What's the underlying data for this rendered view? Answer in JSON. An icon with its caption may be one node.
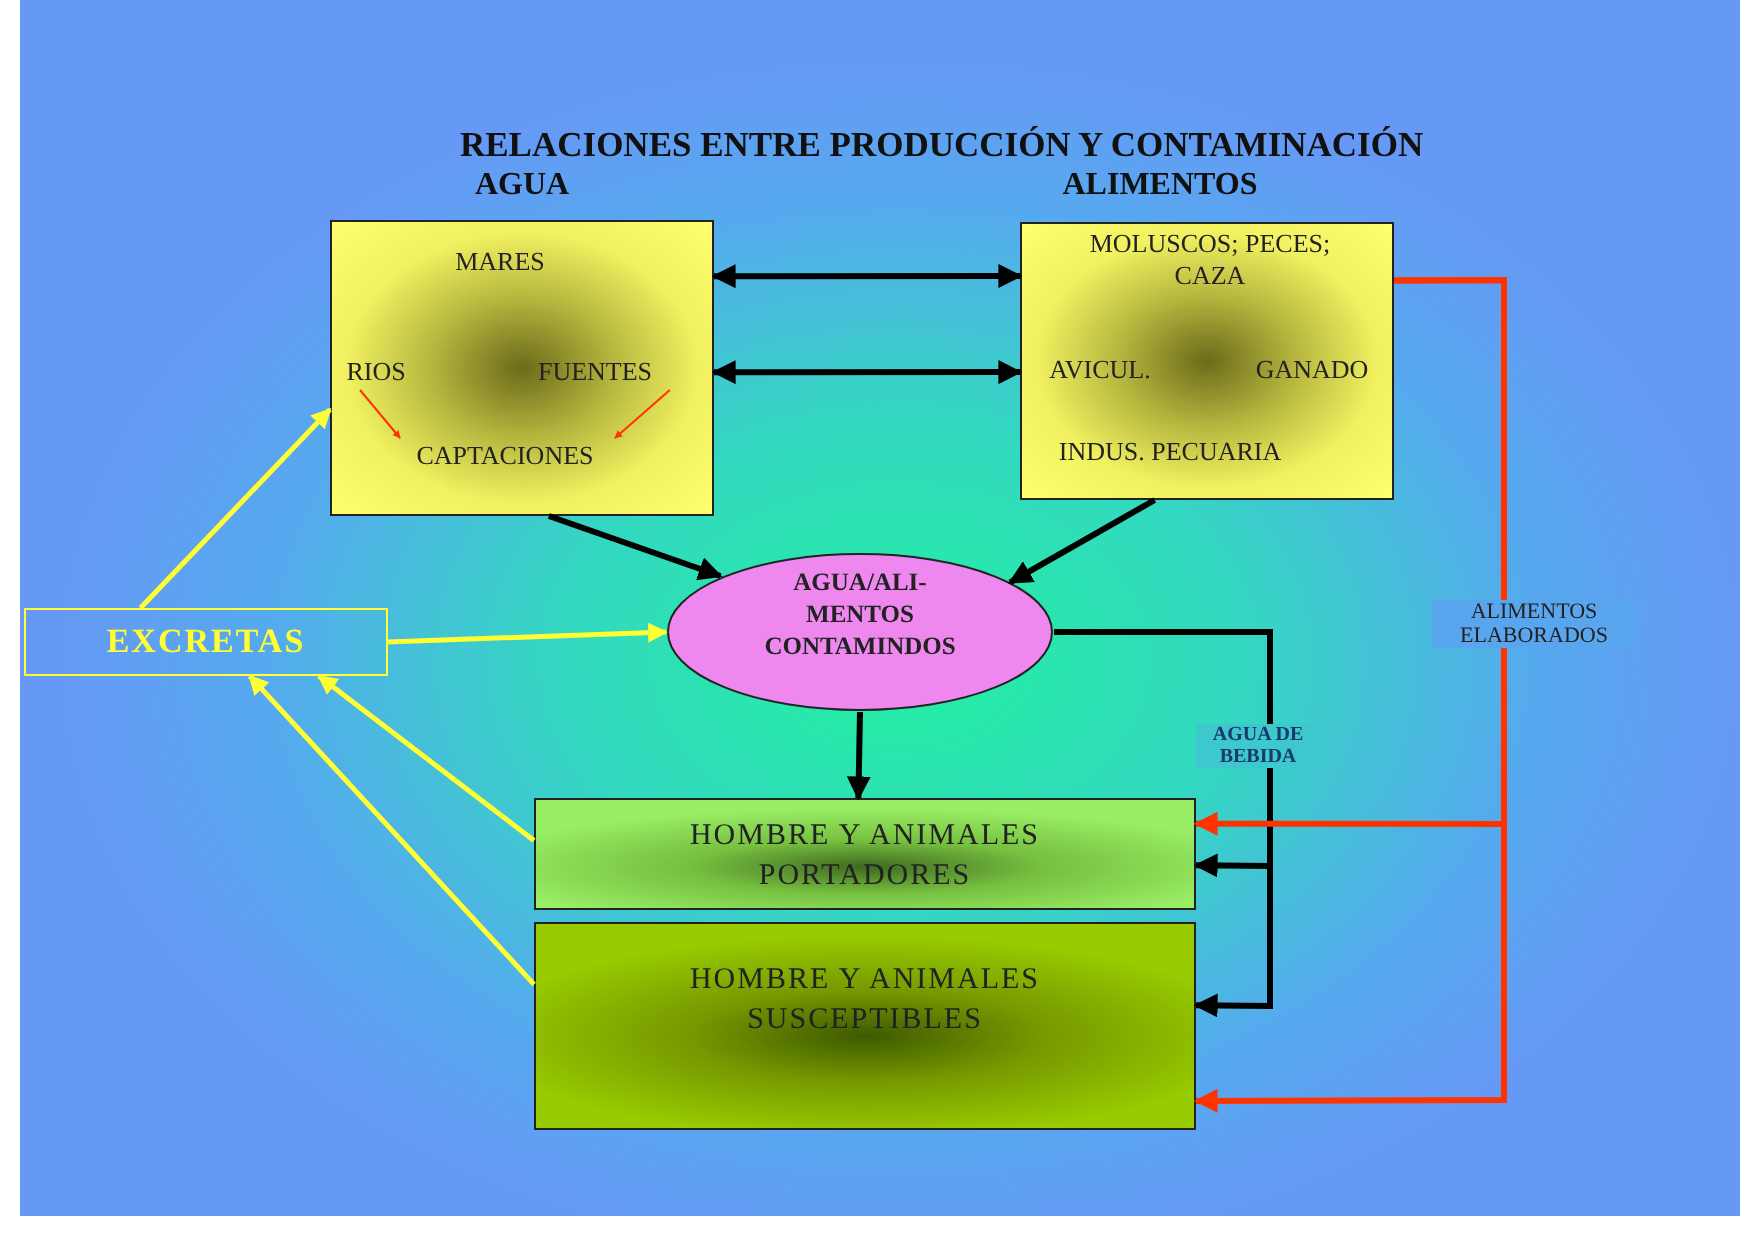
{
  "diagram": {
    "title": "RELACIONES ENTRE PRODUCCIÓN Y CONTAMINACIÓN",
    "nodes": [
      {
        "text": [
          "AGUA"
        ]
      },
      {
        "text": [
          "MARES"
        ],
        "in": 0
      },
      {
        "text": [
          "RIOS"
        ],
        "in": 0
      },
      {
        "text": [
          "FUENTES"
        ],
        "in": 0
      },
      {
        "text": [
          "CAPTACIONES"
        ],
        "in": 0
      },
      {
        "text": [
          "ALIMENTOS",
          "MOLUSCOS; PECES; CAZA",
          "AVICUL.",
          "GANADO",
          "INDUS. PECUARIA"
        ]
      },
      {
        "text": [
          "EXCRETAS"
        ]
      },
      {
        "text": [
          "AGUA/ALI- MENTOS CONTAMINDOS"
        ]
      },
      {
        "text": [
          "HOMBRE Y ANIMALES PORTADORES"
        ]
      },
      {
        "text": [
          "HOMBRE Y ANIMALES SUSCEPTIBLES"
        ]
      }
    ],
    "edges": [
      {
        "from": 0,
        "to": 5,
        "arrow": "both"
      },
      {
        "from": 0,
        "to": 5,
        "arrow": "both"
      },
      {
        "from": 2,
        "to": 4,
        "arrow": "to",
        "color": "#ff3300"
      },
      {
        "from": 3,
        "to": 4,
        "arrow": "to",
        "color": "#ff3300"
      },
      {
        "from": 0,
        "to": 7,
        "arrow": "to"
      },
      {
        "from": 5,
        "to": 7,
        "arrow": "to"
      },
      {
        "from": 6,
        "to": 7,
        "arrow": "to",
        "color": "#ffff33"
      },
      {
        "from": 6,
        "to": 0,
        "arrow": "to",
        "color": "#ffff33"
      },
      {
        "from": 8,
        "to": 6,
        "arrow": "to",
        "color": "#ffff33"
      },
      {
        "from": 9,
        "to": 6,
        "arrow": "to",
        "color": "#ffff33"
      },
      {
        "from": 7,
        "to": 8,
        "arrow": "to"
      },
      {
        "from": 7,
        "to": 8,
        "arrow": "to",
        "label": "AGUA DE BEBIDA"
      },
      {
        "from": 7,
        "to": 9,
        "arrow": "to"
      },
      {
        "from": 5,
        "to": 8,
        "arrow": "to",
        "label": "ALIMENTOS ELABORADOS",
        "color": "#ff3300"
      },
      {
        "from": 5,
        "to": 9,
        "arrow": "to",
        "color": "#ff3300"
      }
    ]
  }
}
